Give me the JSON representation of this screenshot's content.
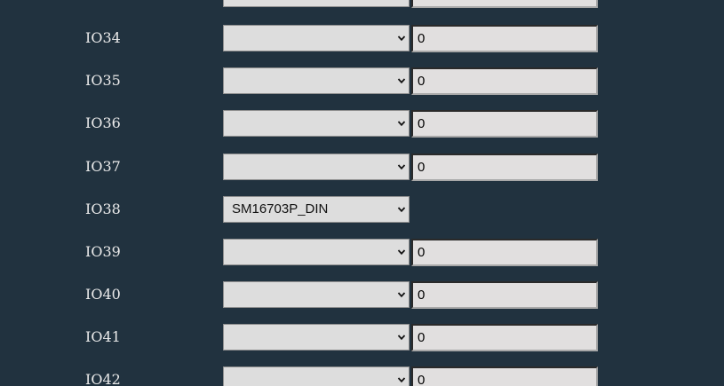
{
  "pins": [
    {
      "label": "",
      "pin_function": "",
      "value": ""
    },
    {
      "label": "IO34",
      "pin_function": "",
      "value": "0"
    },
    {
      "label": "IO35",
      "pin_function": "",
      "value": "0"
    },
    {
      "label": "IO36",
      "pin_function": "",
      "value": "0"
    },
    {
      "label": "IO37",
      "pin_function": "",
      "value": "0"
    },
    {
      "label": "IO38",
      "pin_function": "SM16703P_DIN",
      "value": null
    },
    {
      "label": "IO39",
      "pin_function": "",
      "value": "0"
    },
    {
      "label": "IO40",
      "pin_function": "",
      "value": "0"
    },
    {
      "label": "IO41",
      "pin_function": "",
      "value": "0"
    },
    {
      "label": "IO42",
      "pin_function": "",
      "value": "0"
    }
  ],
  "icons": {
    "dropdown": "chevron-down-icon"
  }
}
